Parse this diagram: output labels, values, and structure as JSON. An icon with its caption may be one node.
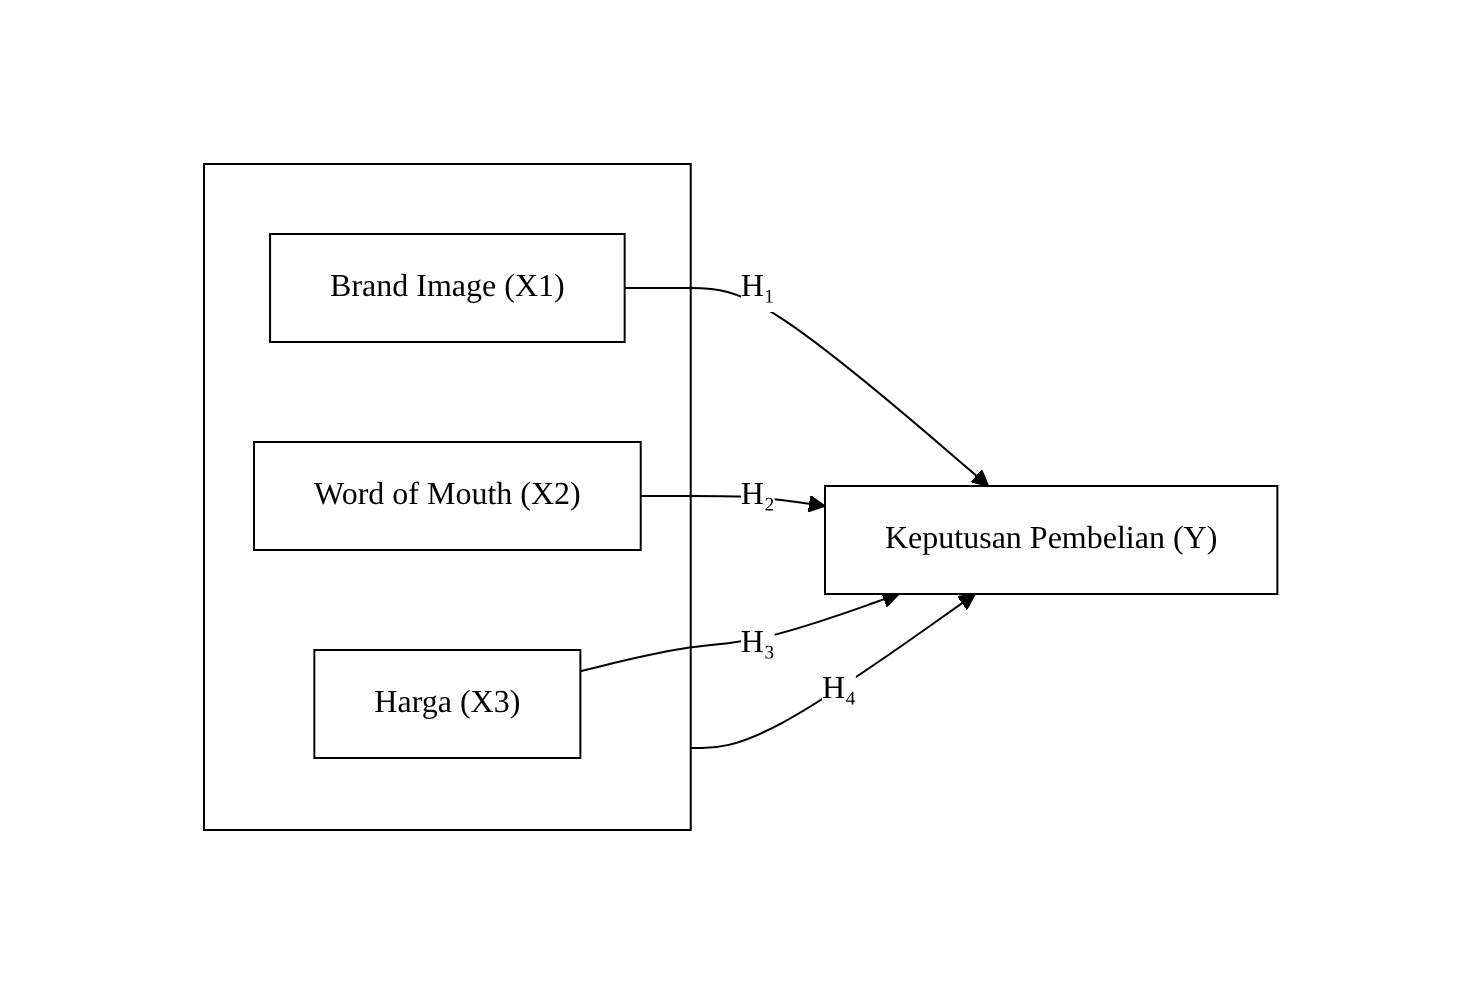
{
  "diagram": {
    "nodes": [
      {
        "text": [],
        "shape": "box"
      },
      {
        "text": [
          "Brand Image (X1)"
        ],
        "in": 0
      },
      {
        "text": [
          "Word of Mouth (X2)"
        ],
        "in": 0
      },
      {
        "text": [
          "Harga (X3)"
        ],
        "in": 0
      },
      {
        "text": [
          "Keputusan Pembelian (Y)"
        ]
      }
    ],
    "edges": [
      {
        "from": 1,
        "to": 4,
        "arrow": "to",
        "label": "H₁"
      },
      {
        "from": 2,
        "to": 4,
        "arrow": "to",
        "label": "H₂"
      },
      {
        "from": 3,
        "to": 4,
        "arrow": "to",
        "label": "H₃"
      },
      {
        "from": 0,
        "to": 4,
        "arrow": "to",
        "label": "H₄"
      }
    ]
  }
}
